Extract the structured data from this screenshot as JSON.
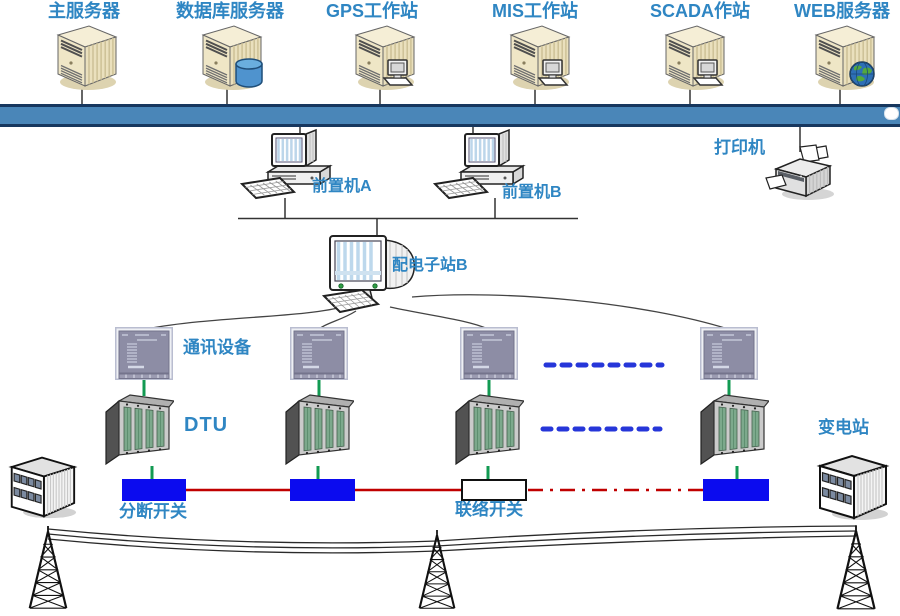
{
  "topology": {
    "servers": [
      {
        "label": "主服务器",
        "icon": "server-icon"
      },
      {
        "label": "数据库服务器",
        "icon": "database-server-icon"
      },
      {
        "label": "GPS工作站",
        "icon": "workstation-server-icon"
      },
      {
        "label": "MIS工作站",
        "icon": "workstation-server-icon"
      },
      {
        "label": "SCADA作站",
        "icon": "workstation-server-icon"
      },
      {
        "label": "WEB服务器",
        "icon": "web-server-icon"
      }
    ],
    "printer": {
      "label": "打印机",
      "icon": "printer-icon"
    },
    "frontends": [
      {
        "label": "前置机A",
        "icon": "desktop-computer-icon"
      },
      {
        "label": "前置机B",
        "icon": "desktop-computer-icon"
      }
    ],
    "master_station": {
      "label": "配电子站B",
      "icon": "crt-monitor-icon"
    },
    "comm_device": {
      "label": "通讯设备",
      "icon": "comm-panel-icon",
      "count": 4
    },
    "dtu": {
      "label": "DTU",
      "icon": "dtu-cabinet-icon",
      "count": 4
    },
    "switches": {
      "sectionalizer": {
        "label": "分断开关",
        "count": 3
      },
      "tie": {
        "label": "联络开关",
        "count": 1
      }
    },
    "substation": {
      "label": "变电站",
      "icon": "building-icon"
    },
    "power_line": {
      "tower_count": 3,
      "wire_count": 3
    }
  },
  "colors": {
    "label_blue": "#2F86C3",
    "bus_fill": "#4A86B8",
    "bus_border": "#17375E",
    "switch_blue": "#0B0BEF",
    "feeder_red": "#C00000",
    "ellipsis_blue": "#2636D9",
    "link_green": "#129A52"
  }
}
